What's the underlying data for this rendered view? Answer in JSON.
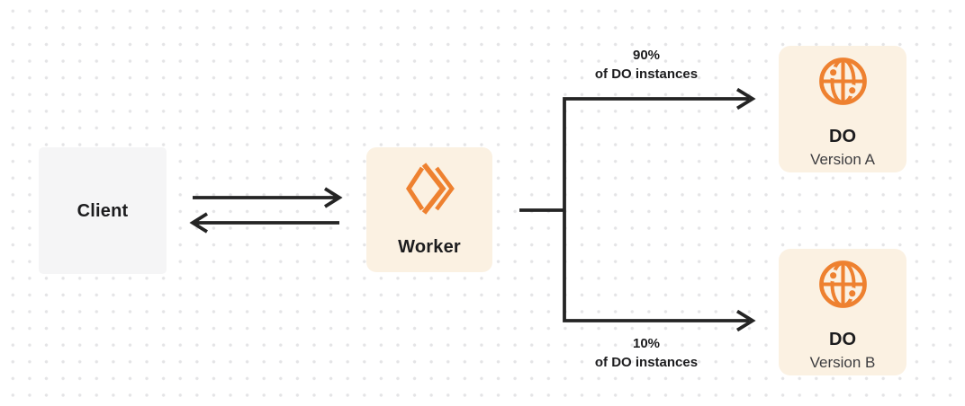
{
  "diagram": {
    "nodes": {
      "client": {
        "label": "Client"
      },
      "worker": {
        "label": "Worker",
        "icon": "cloudflare-workers-icon"
      },
      "do_a": {
        "title": "DO",
        "subtitle": "Version A",
        "icon": "durable-object-globe-icon"
      },
      "do_b": {
        "title": "DO",
        "subtitle": "Version B",
        "icon": "durable-object-globe-icon"
      }
    },
    "branches": {
      "a": {
        "percent": "90%",
        "caption": "of DO instances"
      },
      "b": {
        "percent": "10%",
        "caption": "of DO instances"
      }
    },
    "edges": [
      {
        "from": "Client",
        "to": "Worker",
        "style": "double-arrow"
      },
      {
        "from": "Worker",
        "to": "DO Version A",
        "label": "90% of DO instances"
      },
      {
        "from": "Worker",
        "to": "DO Version B",
        "label": "10% of DO instances"
      }
    ]
  },
  "colors": {
    "accent": "#EE8130",
    "line": "#242424",
    "text": "#1C1C1E",
    "subtext": "#3D3D40",
    "client_box": "#F5F5F6",
    "cream_box": "#FBF1E2",
    "dot": "#E4E4E6",
    "background": "#FFFFFF"
  }
}
